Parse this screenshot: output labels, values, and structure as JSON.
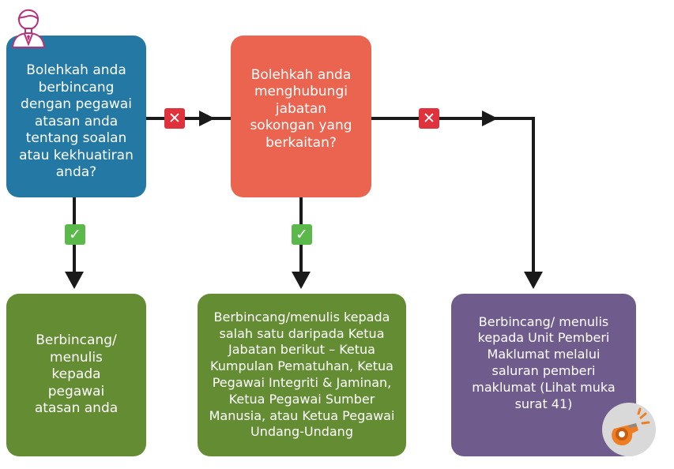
{
  "questions": {
    "q1": "Bolehkah anda\nberbincang\ndengan pegawai\natasan anda\ntentang soalan\natau kekhuatiran\nanda?",
    "q2": "Bolehkah anda\nmenghubungi\njabatan\nsokongan yang\nberkaitan?"
  },
  "actions": {
    "a1": "Berbincang/\nmenulis\nkepada\npegawai\natasan anda",
    "a2": "Berbincang/menulis kepada\nsalah satu daripada Ketua\nJabatan berikut – Ketua\nKumpulan Pematuhan, Ketua\nPegawai Integriti & Jaminan,\nKetua Pegawai Sumber\nManusia, atau Ketua Pegawai\nUndang-Undang",
    "a3": "Berbincang/ menulis\nkepada Unit Pemberi\nMaklumat melalui\nsaluran pemberi\nmaklumat (Lihat muka\nsurat 41)"
  },
  "icons": {
    "person": "person-icon",
    "whistle": "whistle-icon",
    "no": "x-mark-icon",
    "yes": "check-mark-icon"
  },
  "colors": {
    "question1": "#2379a3",
    "question2": "#ea6450",
    "action_green": "#638c33",
    "action_purple": "#705b8d",
    "no_badge": "#e0323c",
    "yes_badge": "#5ab94a"
  }
}
